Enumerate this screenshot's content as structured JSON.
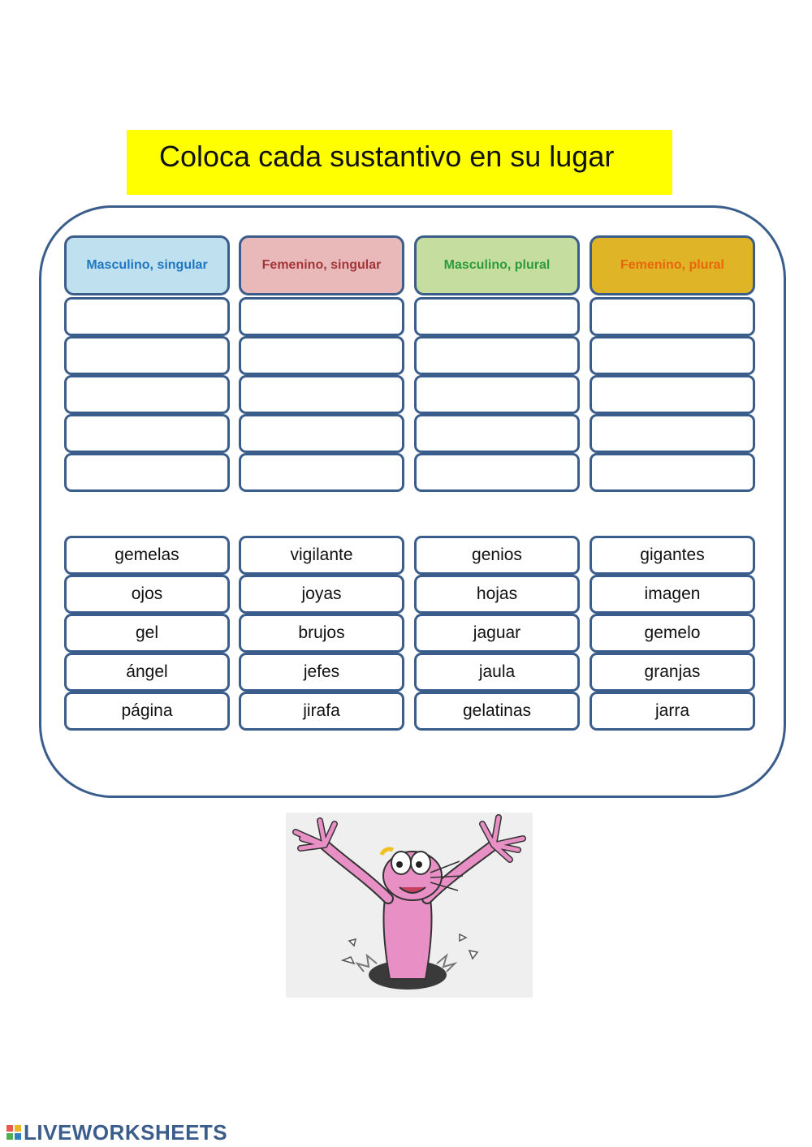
{
  "title": "Coloca cada sustantivo en su lugar",
  "columns": [
    {
      "header": "Masculino, singular",
      "header_bg": "#bfe1ef",
      "header_color": "#1f76c2",
      "words": [
        "gemelas",
        "ojos",
        "gel",
        "ángel",
        "página"
      ]
    },
    {
      "header": "Femenino, singular",
      "header_bg": "#e9b9b9",
      "header_color": "#a3353a",
      "words": [
        "vigilante",
        "joyas",
        "brujos",
        "jefes",
        "jirafa"
      ]
    },
    {
      "header": "Masculino, plural",
      "header_bg": "#c5dea0",
      "header_color": "#2f9a3c",
      "words": [
        "genios",
        "hojas",
        "jaguar",
        "jaula",
        "gelatinas"
      ]
    },
    {
      "header": "Femenino, plural",
      "header_bg": "#e0b427",
      "header_color": "#e8660c",
      "words": [
        "gigantes",
        "imagen",
        "gemelo",
        "granjas",
        "jarra"
      ]
    }
  ],
  "footer": {
    "brand": "LIVEWORKSHEETS",
    "logo_colors": [
      "#e85a4f",
      "#f0b323",
      "#4caf50",
      "#2f7fc1"
    ]
  }
}
